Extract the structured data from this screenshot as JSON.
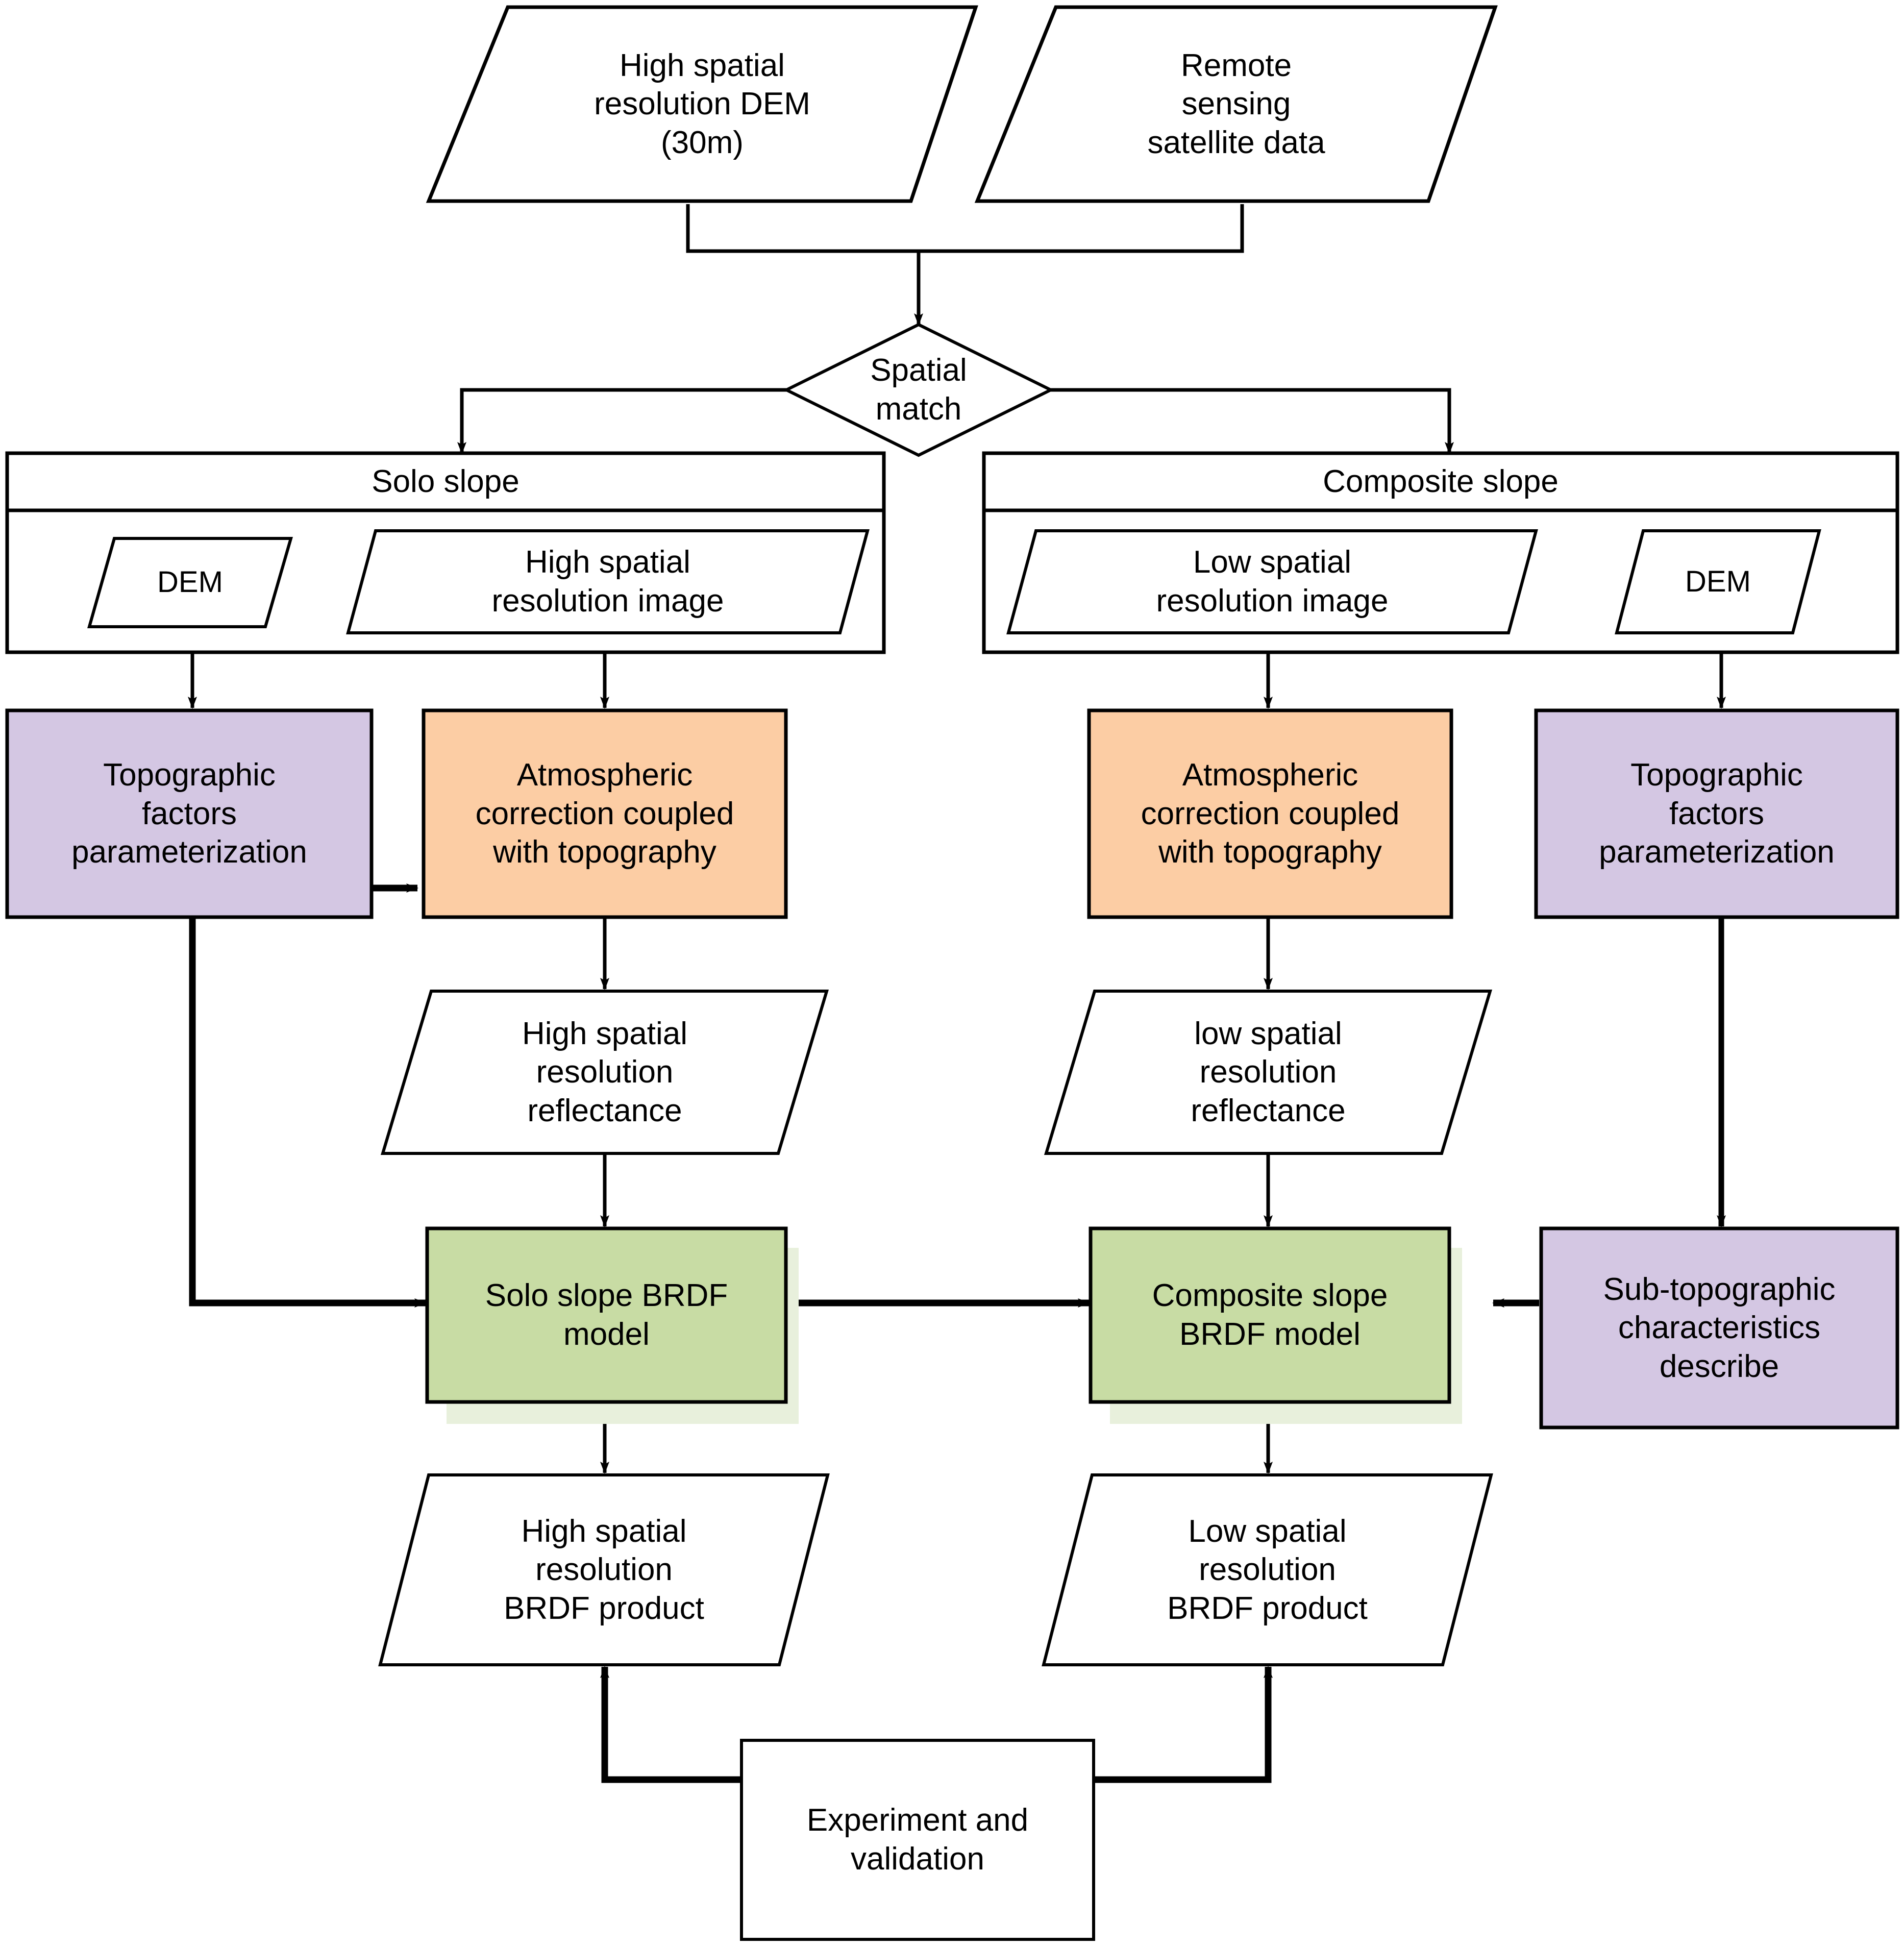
{
  "diagram": {
    "title": "BRDF modelling workflow for solo and composite slopes",
    "colors": {
      "purple": "#D4C7E3",
      "orange": "#FCCDA4",
      "green": "#C8DCA4",
      "green_shadow": "#E8F0DC",
      "stroke": "#000000",
      "background": "#FFFFFF"
    },
    "nodes": {
      "high_res_dem": "High spatial\nresolution DEM\n(30m)",
      "remote_sensing": "Remote\nsensing\nsatellite data",
      "spatial_match": "Spatial\nmatch",
      "solo_slope_group": "Solo slope",
      "composite_slope_group": "Composite slope",
      "solo_dem": "DEM",
      "solo_image": "High spatial\nresolution image",
      "composite_image": "Low spatial\nresolution image",
      "composite_dem": "DEM",
      "left_topo_factors": "Topographic\nfactors\nparameterization",
      "left_atmos_corr": "Atmospheric\ncorrection coupled\nwith topography",
      "right_atmos_corr": "Atmospheric\ncorrection coupled\nwith topography",
      "right_topo_factors": "Topographic\nfactors\nparameterization",
      "high_res_reflectance": "High spatial\nresolution\nreflectance",
      "low_res_reflectance": "low spatial\nresolution\nreflectance",
      "solo_brdf_model": "Solo slope BRDF\nmodel",
      "composite_brdf_model": "Composite slope\nBRDF model",
      "sub_topographic": "Sub-topographic\ncharacteristics\ndescribe",
      "high_res_product": "High spatial\nresolution\nBRDF product",
      "low_res_product": "Low spatial\nresolution\nBRDF product",
      "experiment_validation": "Experiment and\nvalidation"
    }
  }
}
